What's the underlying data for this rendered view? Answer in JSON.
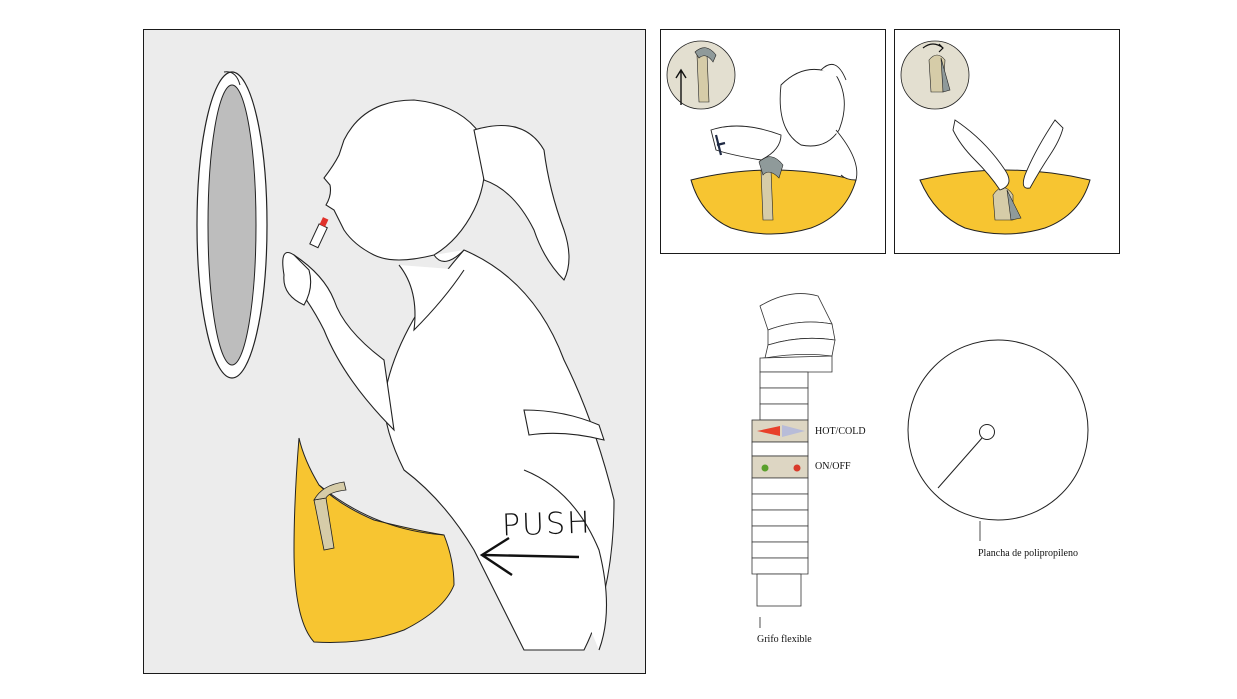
{
  "main_illustration": {
    "push_label": "PUSH",
    "basin_color": "#f7c531",
    "background_color": "#ececec"
  },
  "faucet_diagram": {
    "hot_cold_label": "HOT/COLD",
    "on_off_label": "ON/OFF",
    "caption": "Grifo flexible",
    "hot_color": "#e8402a",
    "cold_color": "#b8bcd8",
    "on_color": "#5aa02c",
    "off_color": "#d93a2a"
  },
  "plate_diagram": {
    "caption": "Plancha de polipropileno"
  }
}
